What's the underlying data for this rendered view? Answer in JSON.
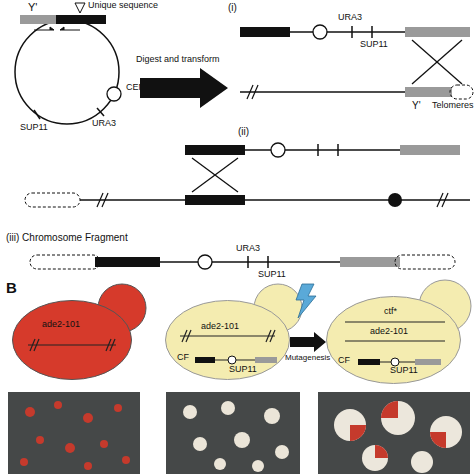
{
  "diagram": {
    "nodes": [
      {
        "text": [
          "ade2-101"
        ]
      },
      {
        "text": [
          "ade2-101",
          "CF",
          "SUP11"
        ]
      },
      {
        "text": [
          "ctf*",
          "ade2-101",
          "CF",
          "SUP11"
        ]
      }
    ],
    "edges": [
      {
        "from": 1,
        "to": 2,
        "arrow": "to",
        "label": "Mutagenesis"
      }
    ],
    "labels": [
      "Y'",
      "Unique sequence",
      "CEN",
      "SUP11",
      "URA3",
      "Digest and transform",
      "(i)",
      "URA3",
      "SUP11",
      "Y'",
      "Telomeres",
      "(ii)",
      "(iii) Chromosome Fragment",
      "URA3",
      "SUP11",
      "B"
    ]
  }
}
